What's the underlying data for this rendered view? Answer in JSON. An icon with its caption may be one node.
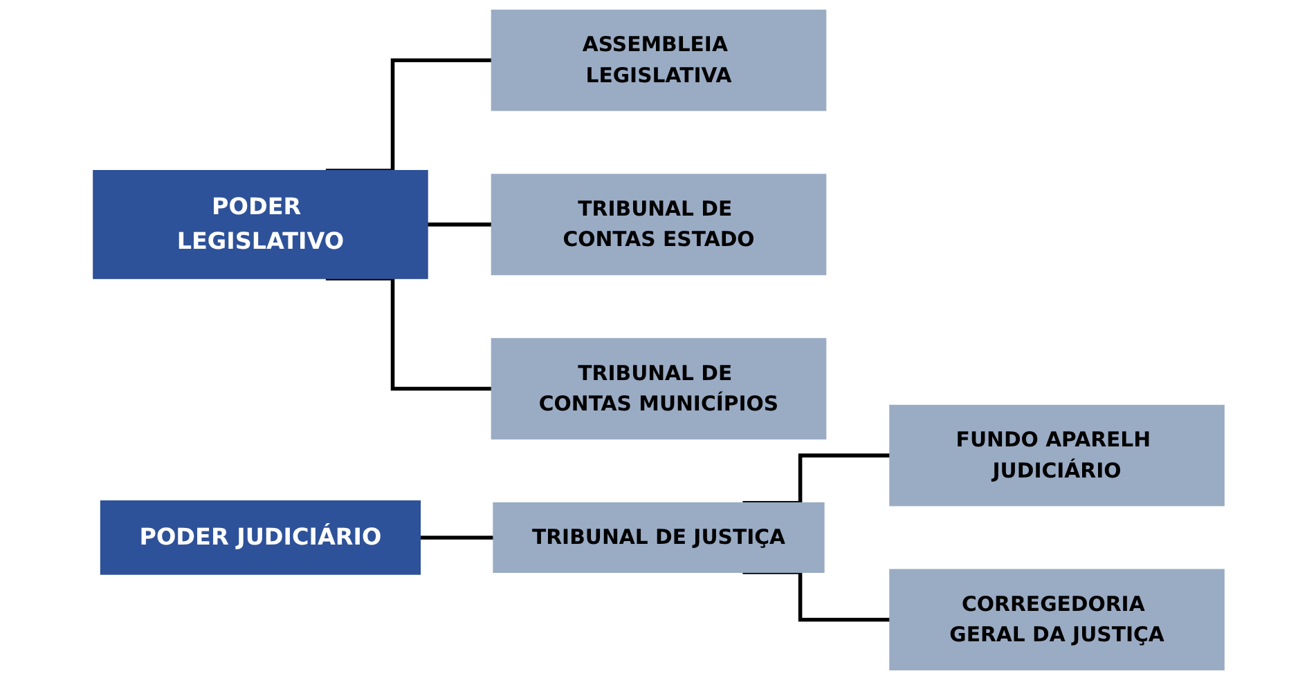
{
  "diagram": {
    "nodes": [
      {
        "text": [
          "PODER LEGISLATIVO"
        ]
      },
      {
        "text": [
          "ASSEMBLEIA LEGISLATIVA"
        ]
      },
      {
        "text": [
          "TRIBUNAL DE CONTAS ESTADO"
        ]
      },
      {
        "text": [
          "TRIBUNAL DE CONTAS MUNICÍPIOS"
        ]
      },
      {
        "text": [
          "PODER JUDICIÁRIO"
        ]
      },
      {
        "text": [
          "TRIBUNAL DE JUSTIÇA"
        ]
      },
      {
        "text": [
          "FUNDO APARELH JUDICIÁRIO"
        ]
      },
      {
        "text": [
          "CORREGEDORIA GERAL DA JUSTIÇA"
        ]
      }
    ],
    "edges": [
      {
        "from": 0,
        "to": 1,
        "arrow": "none"
      },
      {
        "from": 0,
        "to": 2,
        "arrow": "none"
      },
      {
        "from": 0,
        "to": 3,
        "arrow": "none"
      },
      {
        "from": 4,
        "to": 5,
        "arrow": "none"
      },
      {
        "from": 5,
        "to": 6,
        "arrow": "none"
      },
      {
        "from": 5,
        "to": 7,
        "arrow": "none"
      }
    ]
  }
}
